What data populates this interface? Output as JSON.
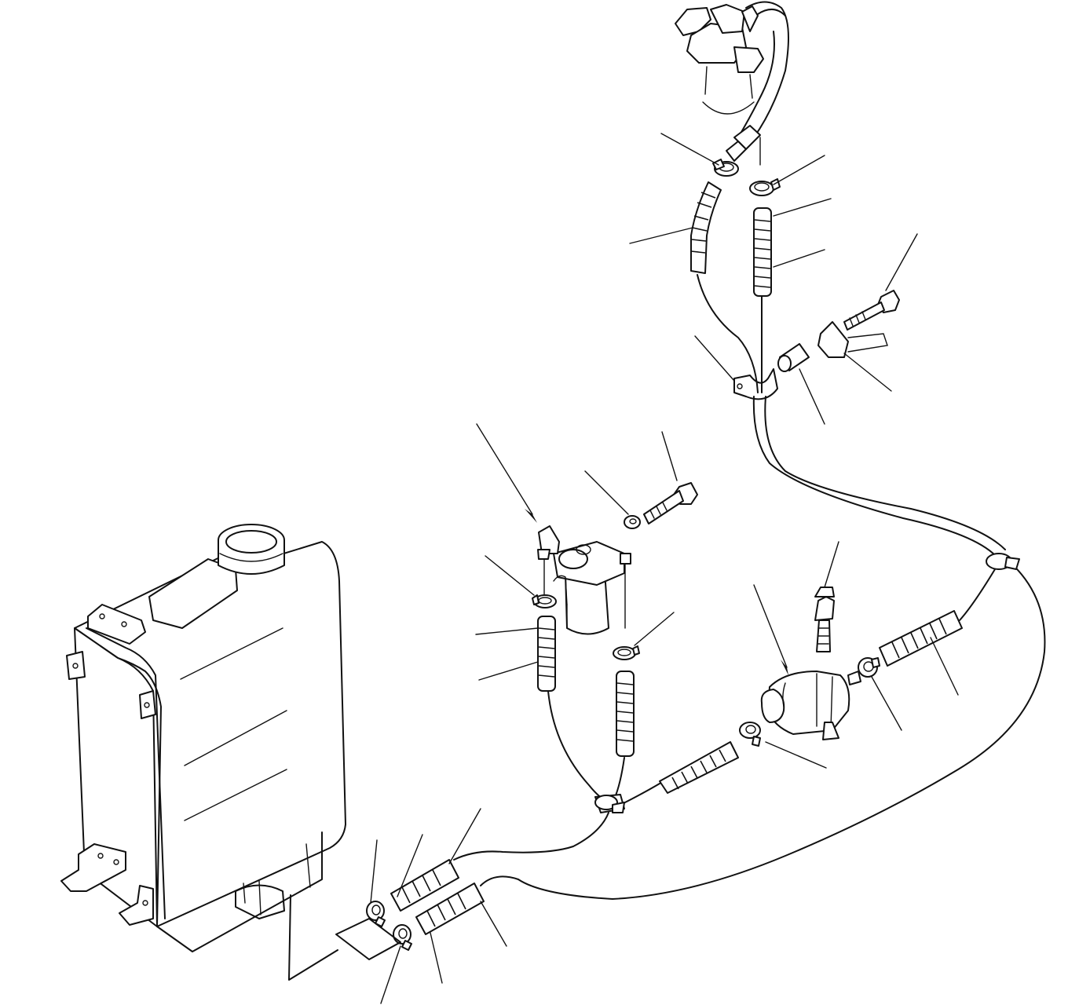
{
  "diagram": {
    "colors": {
      "line": "#111111",
      "background": "#ffffff"
    },
    "components": [
      "fuel-tank",
      "fuel-filter",
      "fuel-pump",
      "injection-pump",
      "hose-clamp",
      "fuel-hose",
      "mounting-bolt",
      "washer",
      "hose-bracket",
      "clip"
    ]
  }
}
